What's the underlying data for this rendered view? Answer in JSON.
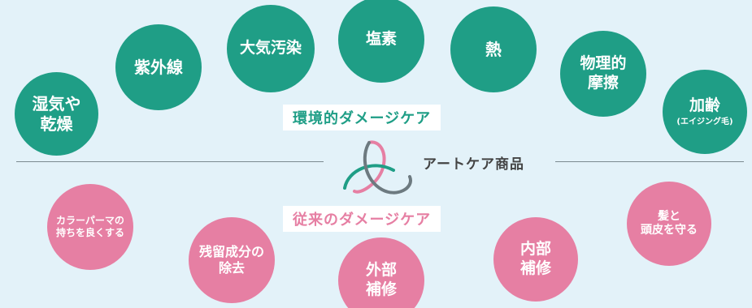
{
  "environmental": {
    "label": "環境的ダメージケア",
    "items": [
      {
        "text": "湿気や\n乾燥",
        "sub": ""
      },
      {
        "text": "紫外線",
        "sub": ""
      },
      {
        "text": "大気汚染",
        "sub": ""
      },
      {
        "text": "塩素",
        "sub": ""
      },
      {
        "text": "熱",
        "sub": ""
      },
      {
        "text": "物理的\n摩擦",
        "sub": ""
      },
      {
        "text": "加齢",
        "sub": "(エイジング毛)"
      }
    ]
  },
  "center": {
    "label": "アートケア商品"
  },
  "traditional": {
    "label": "従来のダメージケア",
    "items": [
      {
        "text": "カラーパーマの\n持ちを良くする"
      },
      {
        "text": "残留成分の\n除去"
      },
      {
        "text": "外部\n補修"
      },
      {
        "text": "内部\n補修"
      },
      {
        "text": "髪と\n頭皮を守る"
      }
    ]
  },
  "colors": {
    "teal": "#1f9e86",
    "pink": "#e67fa3",
    "background": "#e3f2f9"
  },
  "icons": [
    "interlocking-rings-logo"
  ]
}
